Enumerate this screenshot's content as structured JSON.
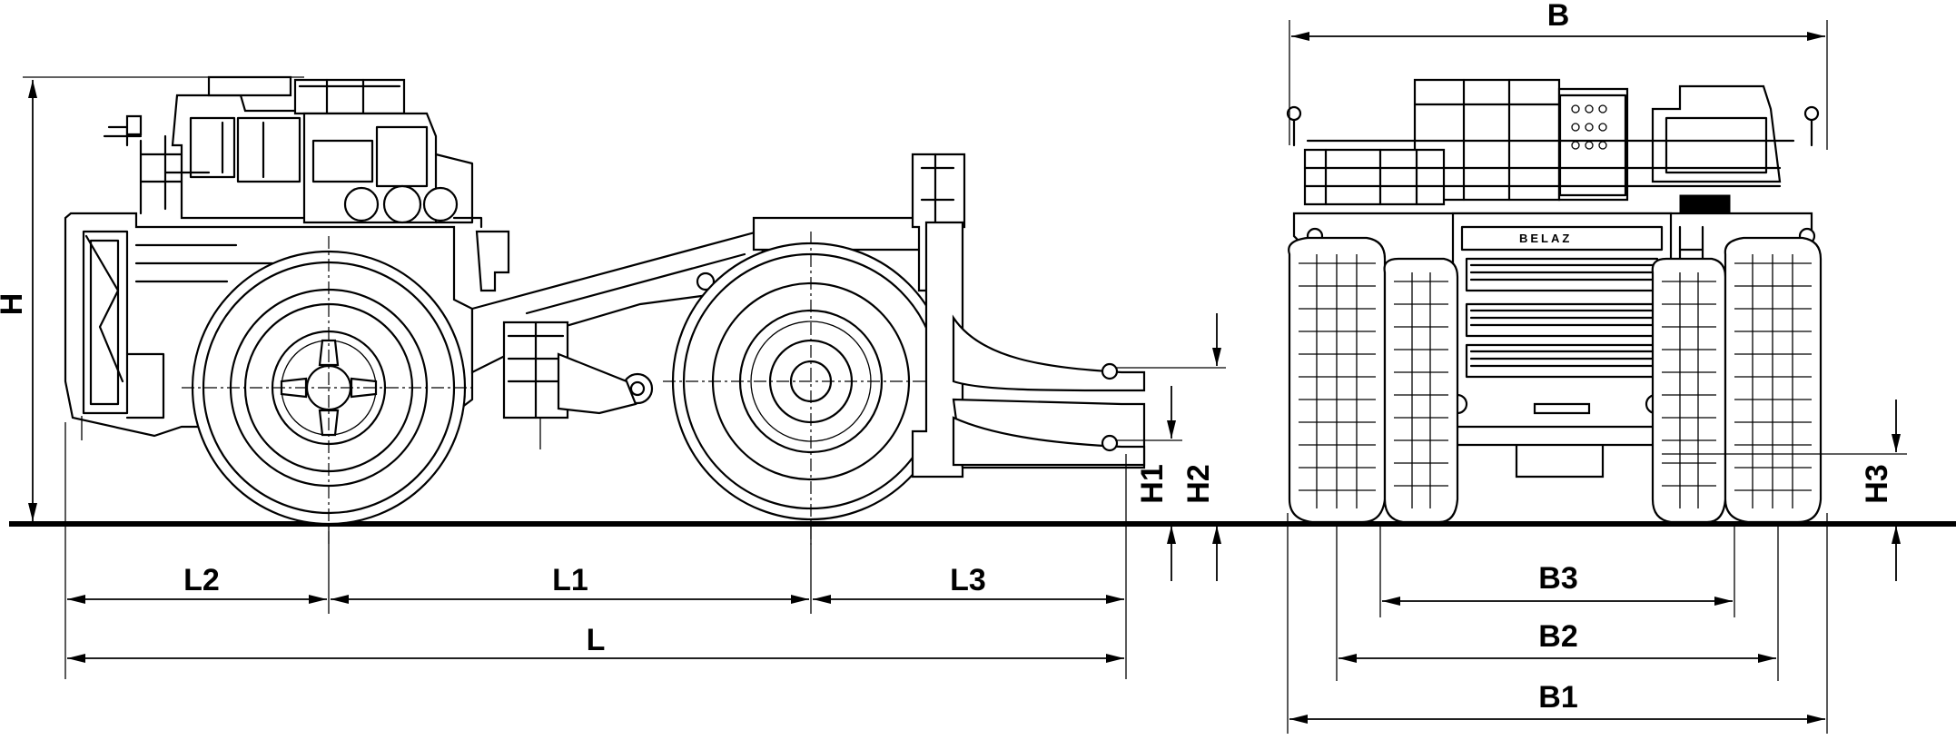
{
  "dimensions": {
    "B": "B",
    "B1": "B1",
    "B2": "B2",
    "B3": "B3",
    "H": "H",
    "H1": "H1",
    "H2": "H2",
    "H3": "H3",
    "L": "L",
    "L1": "L1",
    "L2": "L2",
    "L3": "L3"
  },
  "brand_badge": "BELAZ",
  "colors": {
    "line": "#000000",
    "background": "#ffffff"
  }
}
